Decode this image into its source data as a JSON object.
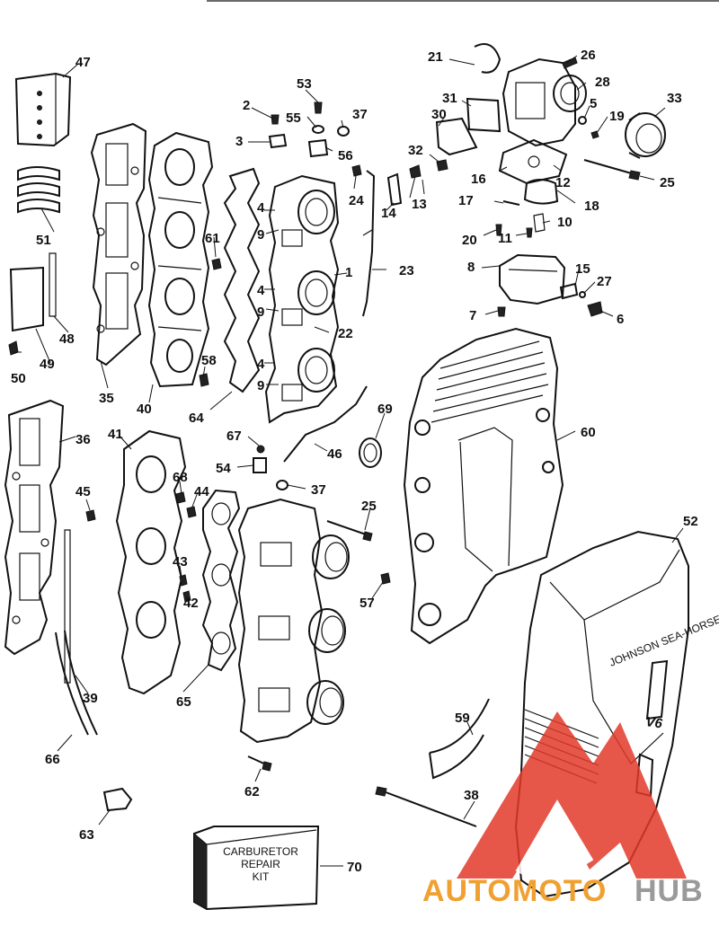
{
  "labels": [
    "1",
    "2",
    "3",
    "4",
    "4",
    "4",
    "5",
    "6",
    "7",
    "8",
    "9",
    "9",
    "9",
    "10",
    "11",
    "12",
    "13",
    "14",
    "15",
    "16",
    "17",
    "18",
    "19",
    "20",
    "21",
    "22",
    "23",
    "24",
    "25",
    "25",
    "26",
    "27",
    "28",
    "30",
    "31",
    "32",
    "33",
    "35",
    "36",
    "37",
    "37",
    "38",
    "39",
    "40",
    "41",
    "42",
    "43",
    "44",
    "45",
    "46",
    "47",
    "48",
    "49",
    "50",
    "51",
    "52",
    "53",
    "54",
    "55",
    "56",
    "57",
    "58",
    "59",
    "60",
    "61",
    "62",
    "63",
    "64",
    "65",
    "66",
    "67",
    "68",
    "69",
    "70"
  ],
  "kit": {
    "line1": "CARBURETOR",
    "line2": "REPAIR",
    "line3": "KIT"
  },
  "cover_text": {
    "brand": "V6",
    "small": "JOHNSON SEA-HORSE"
  },
  "watermark": {
    "part1": "AUTO",
    "part2": "MOTO",
    "part3": "HUB",
    "color1": "#f0a030",
    "color2": "#f0a030",
    "color3": "#9a9a9a",
    "triangle_color": "#e23a2a"
  }
}
